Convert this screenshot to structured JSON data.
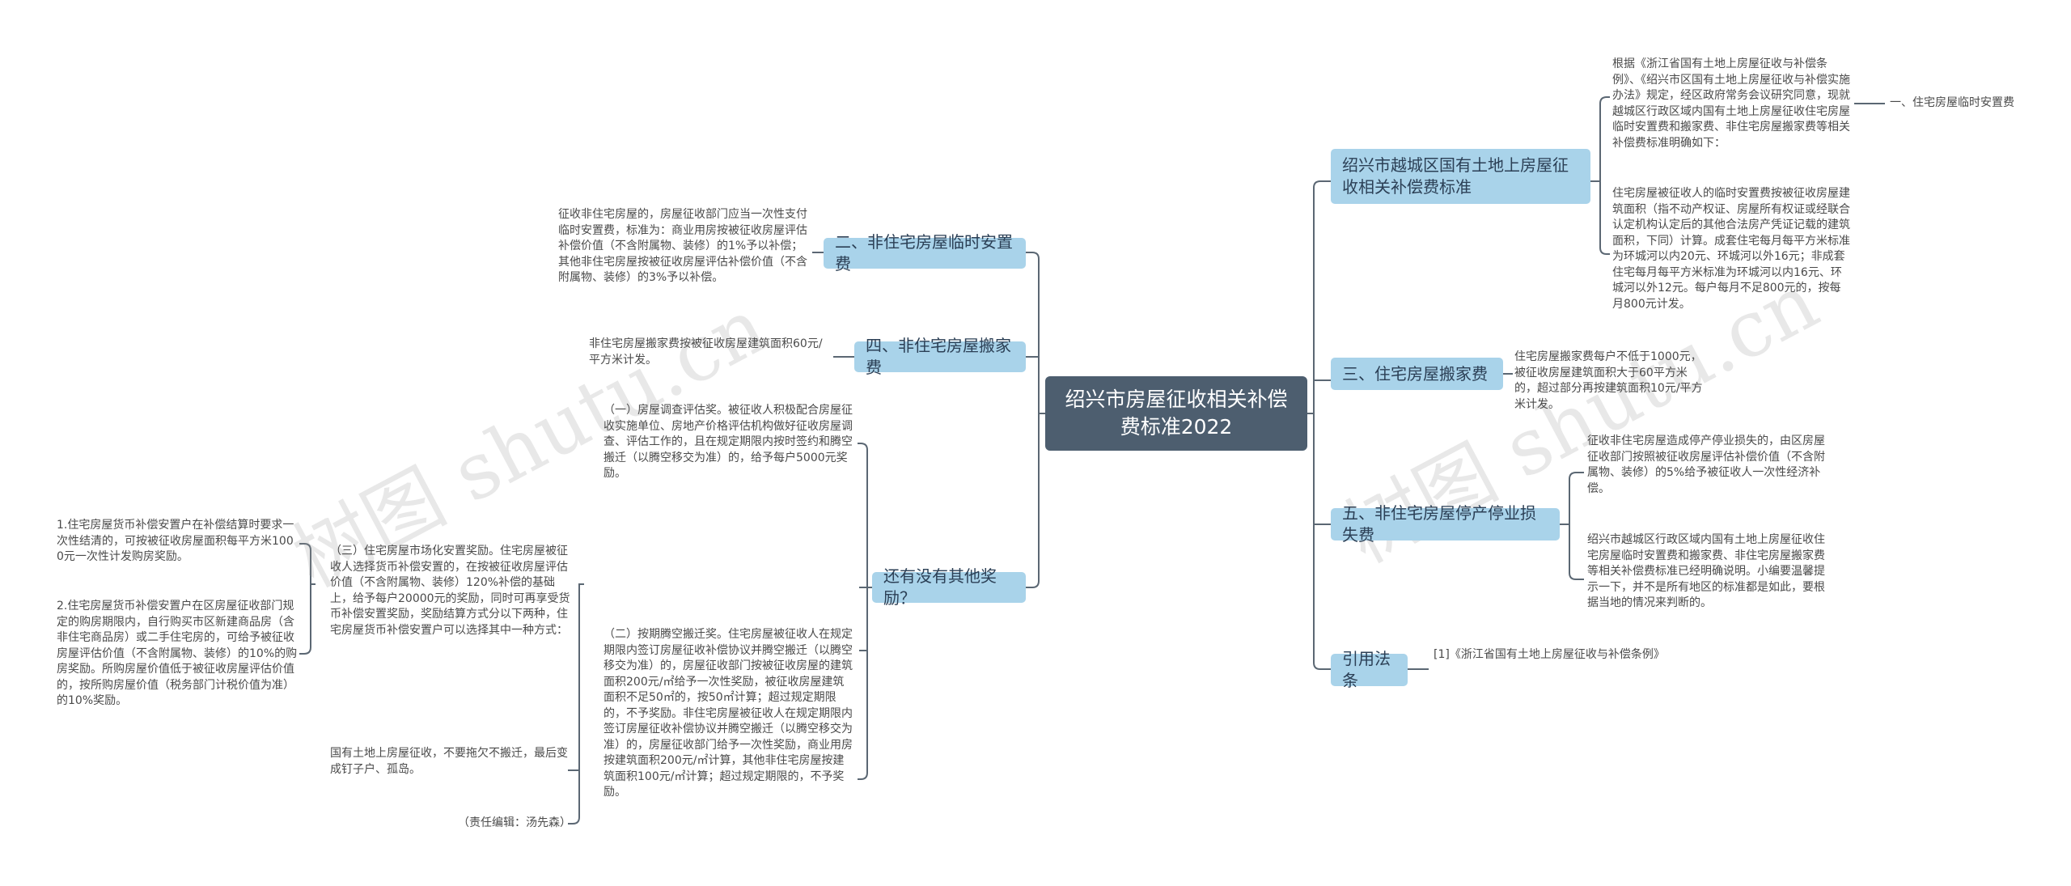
{
  "root": {
    "title": "绍兴市房屋征收相关补偿费标准2022"
  },
  "watermarks": [
    "树图 shutu.cn",
    "树图 shutu.cn"
  ],
  "left_branches": [
    {
      "label": "二、非住宅房屋临时安置费",
      "leaf": "征收非住宅房屋的，房屋征收部门应当一次性支付临时安置费，标准为：商业用房按被征收房屋评估补偿价值（不含附属物、装修）的1%予以补偿；其他非住宅房屋按被征收房屋评估补偿价值（不含附属物、装修）的3%予以补偿。"
    },
    {
      "label": "四、非住宅房屋搬家费",
      "leaf": "非住宅房屋搬家费按被征收房屋建筑面积60元/平方米计发。"
    },
    {
      "label": "还有没有其他奖励？",
      "leaves": [
        "（一）房屋调查评估奖。被征收人积极配合房屋征收实施单位、房地产价格评估机构做好征收房屋调查、评估工作的，且在规定期限内按时签约和腾空搬迁（以腾空移交为准）的，给予每户5000元奖励。",
        "（三）住宅房屋市场化安置奖励。住宅房屋被征收人选择货币补偿安置的，在按被征收房屋评估价值（不含附属物、装修）120%补偿的基础上，给予每户20000元的奖励，同时可再享受货币补偿安置奖励，奖励结算方式分以下两种，住宅房屋货币补偿安置户可以选择其中一种方式：",
        "（二）按期腾空搬迁奖。住宅房屋被征收人在规定期限内签订房屋征收补偿协议并腾空搬迁（以腾空移交为准）的，房屋征收部门按被征收房屋的建筑面积200元/㎡给予一次性奖励，被征收房屋建筑面积不足50㎡的，按50㎡计算；超过规定期限的，不予奖励。非住宅房屋被征收人在规定期限内签订房屋征收补偿协议并腾空搬迁（以腾空移交为准）的，房屋征收部门给予一次性奖励，商业用房按建筑面积200元/㎡计算，其他非住宅房屋按建筑面积100元/㎡计算；超过规定期限的，不予奖励。",
        "国有土地上房屋征收，不要拖欠不搬迁，最后变成钉子户、孤岛。",
        "（责任编辑：汤先森）"
      ],
      "subleaves": [
        "1.住宅房屋货币补偿安置户在补偿结算时要求一次性结清的，可按被征收房屋面积每平方米1000元一次性计发购房奖励。",
        "2.住宅房屋货币补偿安置户在区房屋征收部门规定的购房期限内，自行购买市区新建商品房（含非住宅商品房）或二手住宅房的，可给予被征收房屋评估价值（不含附属物、装修）的10%的购房奖励。所购房屋价值低于被征收房屋评估价值的，按所购房屋价值（税务部门计税价值为准）的10%奖励。"
      ]
    }
  ],
  "right_branches": [
    {
      "label": "绍兴市越城区国有土地上房屋征收相关补偿费标准",
      "leaves": [
        "根据《浙江省国有土地上房屋征收与补偿条例》、《绍兴市区国有土地上房屋征收与补偿实施办法》规定，经区政府常务会议研究同意，现就越城区行政区域内国有土地上房屋征收住宅房屋临时安置费和搬家费、非住宅房屋搬家费等相关补偿费标准明确如下：",
        "住宅房屋被征收人的临时安置费按被征收房屋建筑面积（指不动产权证、房屋所有权证或经联合认定机构认定后的其他合法房产凭证记载的建筑面积，下同）计算。成套住宅每月每平方米标准为环城河以内20元、环城河以外16元；非成套住宅每月每平方米标准为环城河以内16元、环城河以外12元。每户每月不足800元的，按每月800元计发。"
      ],
      "subleaf": "一、住宅房屋临时安置费"
    },
    {
      "label": "三、住宅房屋搬家费",
      "leaf": "住宅房屋搬家费每户不低于1000元，被征收房屋建筑面积大于60平方米的，超过部分再按建筑面积10元/平方米计发。"
    },
    {
      "label": "五、非住宅房屋停产停业损失费",
      "leaves": [
        "征收非住宅房屋造成停产停业损失的，由区房屋征收部门按照被征收房屋评估补偿价值（不含附属物、装修）的5%给予被征收人一次性经济补偿。",
        "绍兴市越城区行政区域内国有土地上房屋征收住宅房屋临时安置费和搬家费、非住宅房屋搬家费等相关补偿费标准已经明确说明。小编要温馨提示一下，并不是所有地区的标准都是如此，要根据当地的情况来判断的。"
      ]
    },
    {
      "label": "引用法条",
      "leaf": "[1]《浙江省国有土地上房屋征收与补偿条例》"
    }
  ],
  "colors": {
    "root_bg": "#4d5e6f",
    "branch_bg": "#a9d3ea",
    "line": "#5b6773",
    "leaf_text": "#4a4a4a"
  }
}
